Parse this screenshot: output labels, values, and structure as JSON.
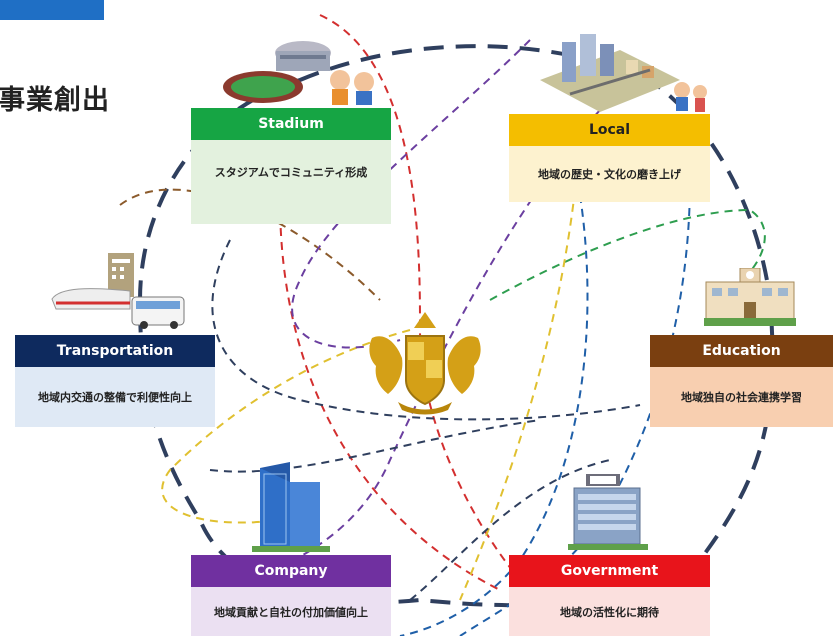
{
  "heading_text": "事業創出",
  "nodes": {
    "stadium": {
      "title": "Stadium",
      "description": "スタジアムでコミュニティ形成"
    },
    "local": {
      "title": "Local",
      "description": "地域の歴史・文化の磨き上げ"
    },
    "transportation": {
      "title": "Transportation",
      "description": "地域内交通の整備で利便性向上"
    },
    "education": {
      "title": "Education",
      "description": "地域独自の社会連携学習"
    },
    "company": {
      "title": "Company",
      "description": "地域貢献と自社の付加価値向上"
    },
    "government": {
      "title": "Government",
      "description": "地域の活性化に期待"
    }
  },
  "colors": {
    "stadium": "#16a544",
    "local": "#f4be00",
    "transportation": "#0e2a5e",
    "education": "#7a3f10",
    "company": "#7030a0",
    "government": "#e8141b",
    "outer_ring": "#2f3f5e",
    "emblem_gold": "#d4a017"
  },
  "icons": {
    "center": "golden-crest-emblem",
    "stadium": "stadium-building-illustration",
    "local": "city-town-illustration",
    "transportation": "train-hotel-bus-illustration",
    "education": "school-building-illustration",
    "company": "office-towers-illustration",
    "government": "city-hall-illustration"
  }
}
